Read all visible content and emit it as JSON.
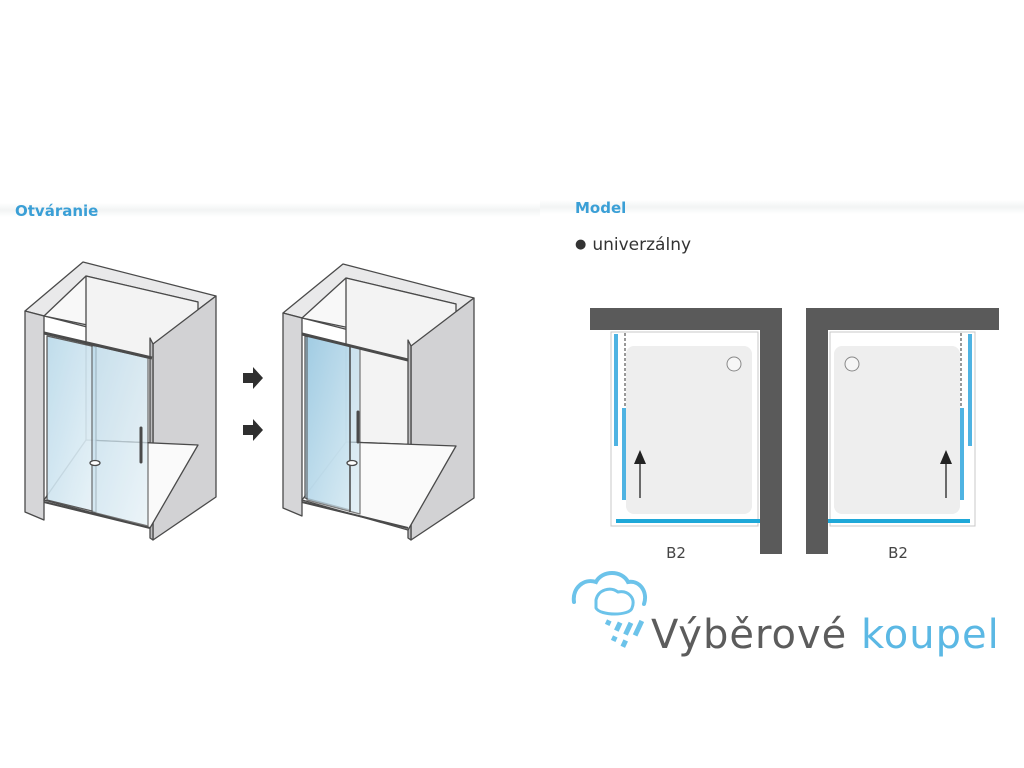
{
  "left_panel": {
    "heading": "Otváranie"
  },
  "right_panel": {
    "heading": "Model",
    "bullet": "univerzálny",
    "plans": [
      {
        "label": "B2"
      },
      {
        "label": "B2"
      }
    ]
  },
  "logo": {
    "word1": "Výběrové",
    "word2": "koupel"
  },
  "colors": {
    "accent": "#3a9fd6",
    "glass_blue": "#5bb8e4",
    "wall": "#5a5a5a"
  }
}
